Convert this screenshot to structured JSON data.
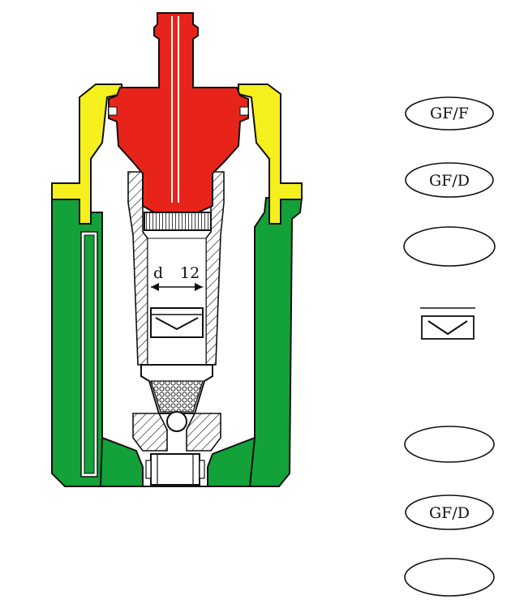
{
  "colors": {
    "cap": "#f5ef1e",
    "piston": "#e8241a",
    "body": "#13a13a",
    "line": "#111111",
    "background": "#ffffff"
  },
  "dimension": {
    "prefix": "d",
    "value": "12"
  },
  "labels": [
    {
      "text": "GF/F"
    },
    {
      "text": "GF/D"
    },
    {
      "text": ""
    },
    {
      "text": ""
    },
    {
      "text": "GF/D"
    },
    {
      "text": ""
    }
  ],
  "symbol": {
    "icon": "notch-block-symbol"
  }
}
